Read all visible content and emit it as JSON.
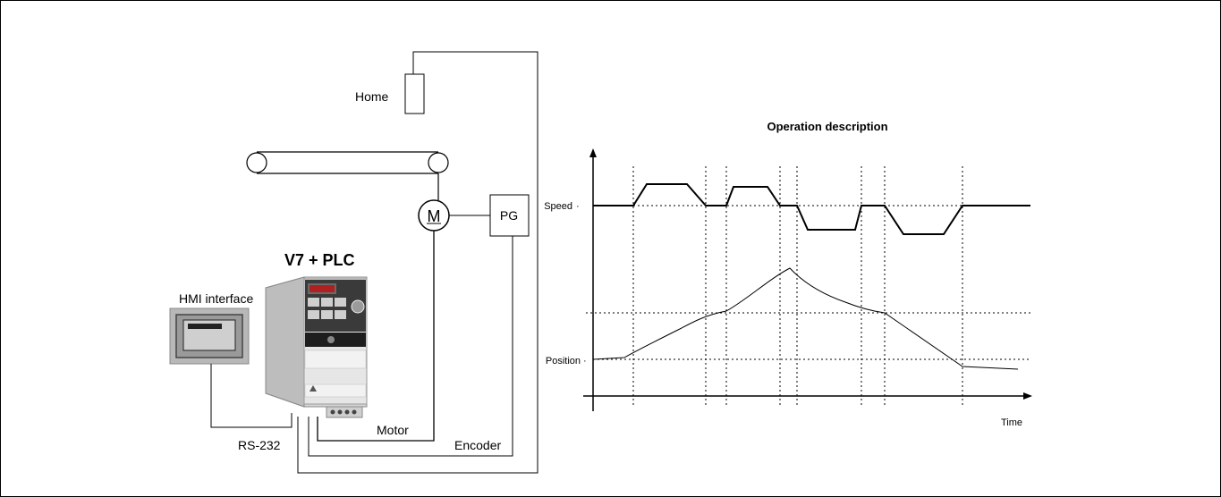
{
  "diagram": {
    "home_label": "Home",
    "title_v7": "V7 + PLC",
    "hmi_label": "HMI interface",
    "rs232_label": "RS-232",
    "motor_label": "Motor",
    "encoder_label": "Encoder",
    "motor_symbol": "M",
    "pg_label": "PG"
  },
  "chart": {
    "title": "Operation description",
    "speed_label": "Speed",
    "position_label": "Position",
    "time_label": "Time"
  },
  "chart_data": {
    "type": "line",
    "title": "Operation description",
    "xlabel": "Time",
    "series": [
      {
        "name": "Speed",
        "points": [
          [
            0,
            0
          ],
          [
            45,
            0
          ],
          [
            60,
            1
          ],
          [
            105,
            1
          ],
          [
            125,
            0
          ],
          [
            150,
            0
          ],
          [
            157,
            1
          ],
          [
            195,
            1
          ],
          [
            210,
            0
          ],
          [
            230,
            0
          ],
          [
            242,
            -1
          ],
          [
            295,
            -1
          ],
          [
            305,
            0
          ],
          [
            330,
            0
          ],
          [
            348,
            -1
          ],
          [
            395,
            -1
          ],
          [
            413,
            0
          ],
          [
            490,
            0
          ]
        ]
      },
      {
        "name": "Position",
        "points": [
          [
            0,
            0
          ],
          [
            35,
            0.1
          ],
          [
            80,
            1
          ],
          [
            125,
            1.8
          ],
          [
            150,
            2
          ],
          [
            170,
            2.7
          ],
          [
            195,
            3.6
          ],
          [
            210,
            3.9
          ],
          [
            225,
            3.4
          ],
          [
            260,
            2.7
          ],
          [
            295,
            2.3
          ],
          [
            325,
            2.1
          ],
          [
            413,
            -0.4
          ],
          [
            475,
            -0.5
          ]
        ]
      }
    ]
  }
}
